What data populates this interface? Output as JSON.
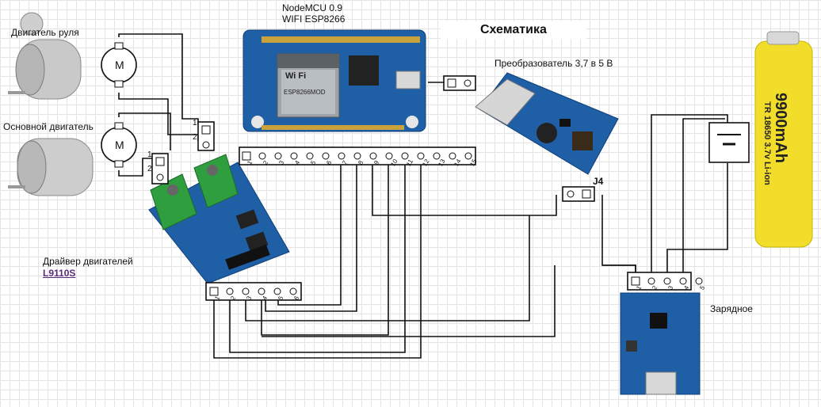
{
  "title": "Схематика",
  "labels": {
    "steering_motor": "Двигатель руля",
    "main_motor": "Основной двигатель",
    "nodemcu_line1": "NodeMCU 0.9",
    "nodemcu_line2": "WIFI ESP8266",
    "converter": "Преобразователь 3,7 в 5 В",
    "driver_line1": "Драйвер двигателей",
    "driver_line2": "L9110S",
    "charger": "Зарядное",
    "jumper": "J4"
  },
  "components": {
    "motor_symbol": "M",
    "wifi_text": "Wi Fi",
    "esp_module": "ESP8266MOD",
    "battery_capacity": "9900mAh",
    "battery_model": "TR 18650 3.7v Li-ion"
  },
  "nodemcu_header_pins": [
    "1",
    "2",
    "3",
    "4",
    "5",
    "6",
    "7",
    "8",
    "9",
    "10",
    "11",
    "12",
    "13",
    "14",
    "15"
  ],
  "driver_header_pins": [
    "1",
    "2",
    "3",
    "4",
    "5",
    "6"
  ],
  "charger_header_pins": [
    "1",
    "2",
    "3",
    "4",
    "5"
  ],
  "motor_pins": [
    "1",
    "2"
  ],
  "colors": {
    "wire": "#111111",
    "pcb_blue": "#1f5fa6",
    "terminal_green": "#2e9e3e",
    "battery_yellow": "#f2de2a"
  }
}
